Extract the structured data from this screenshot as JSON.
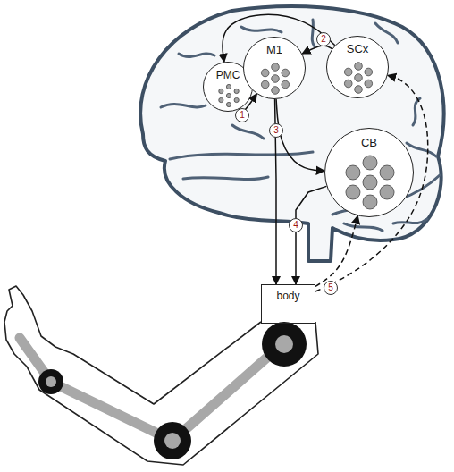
{
  "diagram": {
    "nodes": [
      {
        "text": [
          "PMC"
        ]
      },
      {
        "text": [
          "M1"
        ]
      },
      {
        "text": [
          "SCx"
        ]
      },
      {
        "text": [
          "CB"
        ]
      },
      {
        "text": [
          "body"
        ]
      }
    ],
    "edges": [
      {
        "from": 2,
        "to": 0,
        "arrow": "to"
      },
      {
        "from": 2,
        "to": 1,
        "arrow": "to"
      },
      {
        "from": 0,
        "to": 1,
        "arrow": "to"
      },
      {
        "from": 1,
        "to": 4,
        "arrow": "to"
      },
      {
        "from": 1,
        "to": 3,
        "arrow": "to"
      },
      {
        "from": 3,
        "to": 4,
        "arrow": "to"
      },
      {
        "from": 4,
        "to": 3,
        "arrow": "to"
      },
      {
        "from": 4,
        "to": 2,
        "arrow": "to"
      }
    ],
    "labels": [
      "1",
      "2",
      "3",
      "4",
      "5"
    ]
  }
}
